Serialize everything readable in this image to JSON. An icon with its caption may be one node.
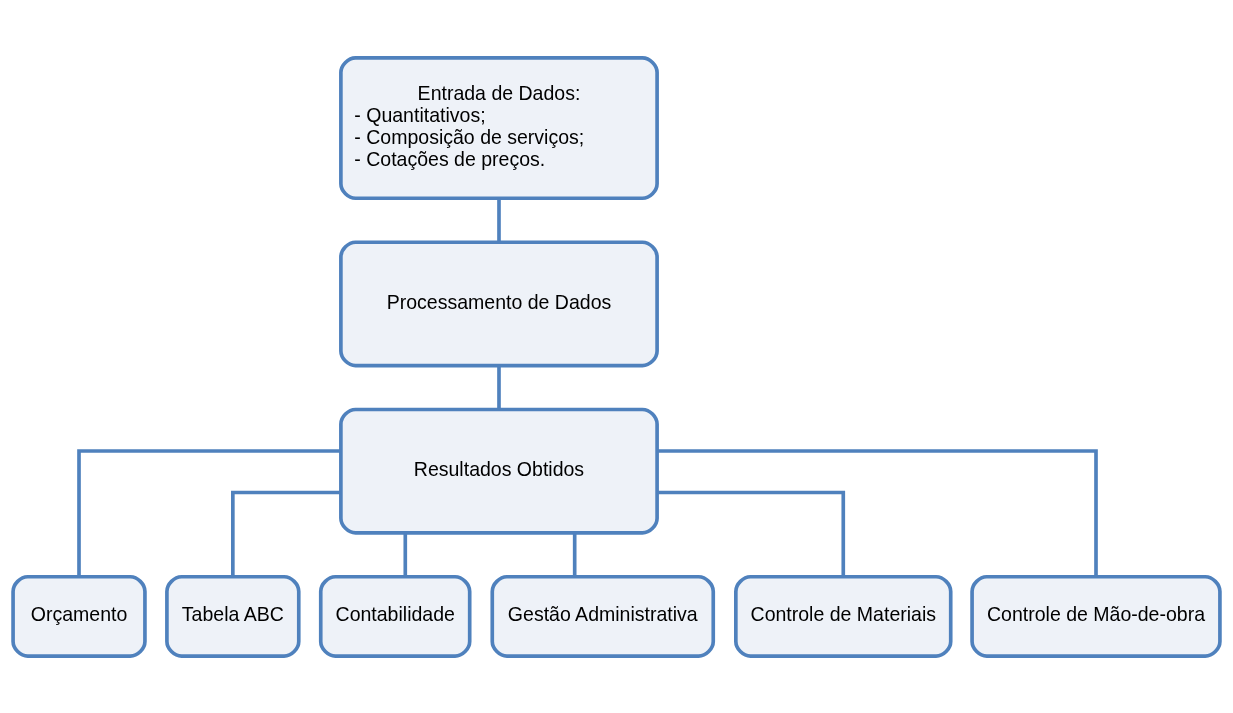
{
  "diagram": {
    "nodes": [
      {
        "text": [
          "Entrada de Dados:",
          "- Quantitativos;",
          "- Composição de serviços;",
          "- Cotações de preços."
        ]
      },
      {
        "text": [
          "Processamento de Dados"
        ]
      },
      {
        "text": [
          "Resultados Obtidos"
        ]
      },
      {
        "text": [
          "Orçamento"
        ]
      },
      {
        "text": [
          "Tabela ABC"
        ]
      },
      {
        "text": [
          "Contabilidade"
        ]
      },
      {
        "text": [
          "Gestão Administrativa"
        ]
      },
      {
        "text": [
          "Controle de Materiais"
        ]
      },
      {
        "text": [
          "Controle de Mão-de-obra"
        ]
      }
    ],
    "edges": [
      {
        "from": 0,
        "to": 1,
        "arrow": "none"
      },
      {
        "from": 1,
        "to": 2,
        "arrow": "none"
      },
      {
        "from": 2,
        "to": 3,
        "arrow": "none"
      },
      {
        "from": 2,
        "to": 4,
        "arrow": "none"
      },
      {
        "from": 2,
        "to": 5,
        "arrow": "none"
      },
      {
        "from": 2,
        "to": 6,
        "arrow": "none"
      },
      {
        "from": 2,
        "to": 7,
        "arrow": "none"
      },
      {
        "from": 2,
        "to": 8,
        "arrow": "none"
      }
    ]
  }
}
